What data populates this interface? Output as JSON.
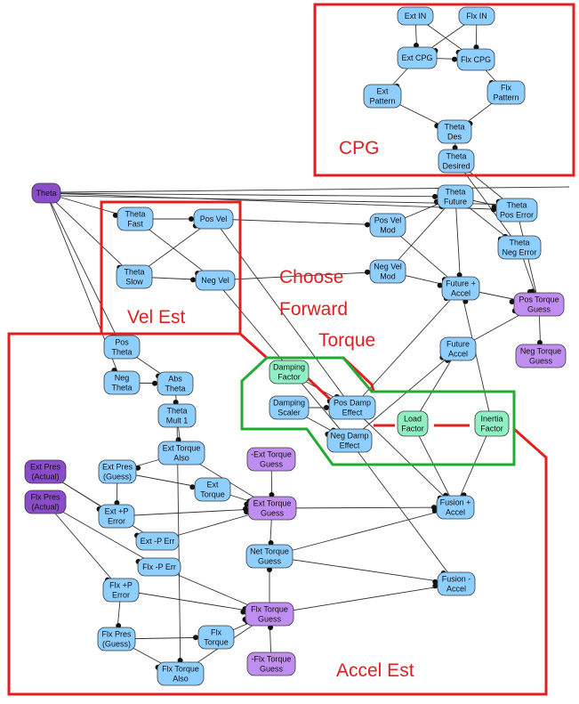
{
  "colors": {
    "blue": "#8fcfff",
    "purple": "#c08ef0",
    "dark_purple": "#8a4cc8",
    "green": "#8ff0c4",
    "region_red": "#e02020",
    "region_green": "#22aa33",
    "label_red": "#e02020"
  },
  "region_labels": {
    "cpg": "CPG",
    "vel_est": "Vel Est",
    "choose_forward": [
      "Choose",
      "Forward",
      "Torque"
    ],
    "accel_est": "Accel Est"
  },
  "nodes": [
    {
      "id": "ext_in",
      "label": [
        "Ext IN"
      ],
      "color": "blue"
    },
    {
      "id": "flx_in",
      "label": [
        "Flx IN"
      ],
      "color": "blue"
    },
    {
      "id": "ext_cpg",
      "label": [
        "Ext CPG"
      ],
      "color": "blue"
    },
    {
      "id": "flx_cpg",
      "label": [
        "Flx CPG"
      ],
      "color": "blue"
    },
    {
      "id": "ext_pattern",
      "label": [
        "Ext",
        "Pattern"
      ],
      "color": "blue"
    },
    {
      "id": "flx_pattern",
      "label": [
        "Flx",
        "Pattern"
      ],
      "color": "blue"
    },
    {
      "id": "theta_des",
      "label": [
        "Theta",
        "Des"
      ],
      "color": "blue"
    },
    {
      "id": "theta_desired",
      "label": [
        "Theta",
        "Desired"
      ],
      "color": "blue"
    },
    {
      "id": "theta",
      "label": [
        "Theta"
      ],
      "color": "dark_purple"
    },
    {
      "id": "theta_fast",
      "label": [
        "Theta",
        "Fast"
      ],
      "color": "blue"
    },
    {
      "id": "theta_slow",
      "label": [
        "Theta",
        "Slow"
      ],
      "color": "blue"
    },
    {
      "id": "pos_vel",
      "label": [
        "Pos Vel"
      ],
      "color": "blue"
    },
    {
      "id": "neg_vel",
      "label": [
        "Neg Vel"
      ],
      "color": "blue"
    },
    {
      "id": "pos_vel_mod",
      "label": [
        "Pos Vel",
        "Mod"
      ],
      "color": "blue"
    },
    {
      "id": "neg_vel_mod",
      "label": [
        "Neg Vel",
        "Mod"
      ],
      "color": "blue"
    },
    {
      "id": "theta_future",
      "label": [
        "Theta",
        "Future"
      ],
      "color": "blue"
    },
    {
      "id": "theta_pos_error",
      "label": [
        "Theta",
        "Pos Error"
      ],
      "color": "blue"
    },
    {
      "id": "theta_neg_error",
      "label": [
        "Theta",
        "Neg Error"
      ],
      "color": "blue"
    },
    {
      "id": "future_plus_accel",
      "label": [
        "Future +",
        "Accel"
      ],
      "color": "blue"
    },
    {
      "id": "future_accel",
      "label": [
        "Future",
        "Accel"
      ],
      "color": "blue"
    },
    {
      "id": "pos_torque_guess",
      "label": [
        "Pos Torque",
        "Guess"
      ],
      "color": "purple"
    },
    {
      "id": "neg_torque_guess",
      "label": [
        "Neg Torque",
        "Guess"
      ],
      "color": "purple"
    },
    {
      "id": "pos_theta",
      "label": [
        "Pos",
        "Theta"
      ],
      "color": "blue"
    },
    {
      "id": "neg_theta",
      "label": [
        "Neg",
        "Theta"
      ],
      "color": "blue"
    },
    {
      "id": "abs_theta",
      "label": [
        "Abs",
        "Theta"
      ],
      "color": "blue"
    },
    {
      "id": "theta_mult_1",
      "label": [
        "Theta",
        "Mult 1"
      ],
      "color": "blue"
    },
    {
      "id": "damping_factor",
      "label": [
        "Damping",
        "Factor"
      ],
      "color": "green"
    },
    {
      "id": "damping_scaler",
      "label": [
        "Damping",
        "Scaler"
      ],
      "color": "blue"
    },
    {
      "id": "pos_damp_effect",
      "label": [
        "Pos Damp",
        "Effect"
      ],
      "color": "blue"
    },
    {
      "id": "neg_damp_effect",
      "label": [
        "Neg Damp",
        "Effect"
      ],
      "color": "blue"
    },
    {
      "id": "load_factor",
      "label": [
        "Load",
        "Factor"
      ],
      "color": "green"
    },
    {
      "id": "inertia_factor",
      "label": [
        "Inertia",
        "Factor"
      ],
      "color": "green"
    },
    {
      "id": "ext_torque_also",
      "label": [
        "Ext Torque",
        "Also"
      ],
      "color": "blue"
    },
    {
      "id": "ext_pres_actual",
      "label": [
        "Ext Pres",
        "(Actual)"
      ],
      "color": "dark_purple"
    },
    {
      "id": "flx_pres_actual",
      "label": [
        "Flx Pres",
        "(Actual)"
      ],
      "color": "dark_purple"
    },
    {
      "id": "ext_pres_guess",
      "label": [
        "Ext Pres",
        "(Guess)"
      ],
      "color": "blue"
    },
    {
      "id": "ext_torque",
      "label": [
        "Ext",
        "Torque"
      ],
      "color": "blue"
    },
    {
      "id": "neg_ext_torque_guess",
      "label": [
        "-Ext Torque",
        "Guess"
      ],
      "color": "purple"
    },
    {
      "id": "ext_torque_guess",
      "label": [
        "Ext Torque",
        "Guess"
      ],
      "color": "purple"
    },
    {
      "id": "ext_plus_p_error",
      "label": [
        "Ext +P",
        "Error"
      ],
      "color": "blue"
    },
    {
      "id": "ext_minus_p_err",
      "label": [
        "Ext -P Err"
      ],
      "color": "blue"
    },
    {
      "id": "flx_minus_p_err",
      "label": [
        "Flx -P Err"
      ],
      "color": "blue"
    },
    {
      "id": "net_torque_guess",
      "label": [
        "Net Torque",
        "Guess"
      ],
      "color": "blue"
    },
    {
      "id": "fusion_plus_accel",
      "label": [
        "Fusion +",
        "Accel"
      ],
      "color": "blue"
    },
    {
      "id": "fusion_minus_accel",
      "label": [
        "Fusion -",
        "Accel"
      ],
      "color": "blue"
    },
    {
      "id": "flx_plus_p_error",
      "label": [
        "Flx +P",
        "Error"
      ],
      "color": "blue"
    },
    {
      "id": "flx_torque_guess",
      "label": [
        "Flx Torque",
        "Guess"
      ],
      "color": "purple"
    },
    {
      "id": "flx_pres_guess",
      "label": [
        "Flx Pres",
        "(Guess)"
      ],
      "color": "blue"
    },
    {
      "id": "flx_torque",
      "label": [
        "Flx",
        "Torque"
      ],
      "color": "blue"
    },
    {
      "id": "neg_flx_torque_guess",
      "label": [
        "-Flx Torque",
        "Guess"
      ],
      "color": "purple"
    },
    {
      "id": "flx_torque_also",
      "label": [
        "Flx Torque",
        "Also"
      ],
      "color": "blue"
    }
  ],
  "edges": [
    [
      "ext_in",
      "ext_cpg"
    ],
    [
      "flx_in",
      "flx_cpg"
    ],
    [
      "ext_in",
      "flx_cpg"
    ],
    [
      "flx_in",
      "ext_cpg"
    ],
    [
      "ext_cpg",
      "flx_cpg"
    ],
    [
      "ext_cpg",
      "ext_pattern"
    ],
    [
      "flx_cpg",
      "flx_pattern"
    ],
    [
      "ext_pattern",
      "theta_des"
    ],
    [
      "flx_pattern",
      "theta_des"
    ],
    [
      "theta_des",
      "theta_desired"
    ],
    [
      "theta_desired",
      "theta_pos_error"
    ],
    [
      "theta_desired",
      "theta_neg_error"
    ],
    [
      "theta",
      "theta_fast"
    ],
    [
      "theta",
      "theta_slow"
    ],
    [
      "theta",
      "theta_future"
    ],
    [
      "theta",
      "theta_pos_error"
    ],
    [
      "theta",
      "pos_theta"
    ],
    [
      "theta",
      "neg_theta"
    ],
    [
      "theta_fast",
      "pos_vel"
    ],
    [
      "theta_fast",
      "neg_vel"
    ],
    [
      "theta_slow",
      "pos_vel"
    ],
    [
      "theta_slow",
      "neg_vel"
    ],
    [
      "pos_vel",
      "pos_vel_mod"
    ],
    [
      "neg_vel",
      "neg_vel_mod"
    ],
    [
      "pos_vel",
      "pos_damp_effect"
    ],
    [
      "neg_vel",
      "neg_damp_effect"
    ],
    [
      "pos_vel_mod",
      "theta_future"
    ],
    [
      "neg_vel_mod",
      "theta_future"
    ],
    [
      "pos_vel_mod",
      "future_plus_accel"
    ],
    [
      "neg_vel_mod",
      "future_plus_accel"
    ],
    [
      "theta_future",
      "theta_pos_error"
    ],
    [
      "theta_future",
      "theta_neg_error"
    ],
    [
      "theta_future",
      "future_plus_accel"
    ],
    [
      "theta_pos_error",
      "pos_torque_guess"
    ],
    [
      "theta_neg_error",
      "pos_torque_guess"
    ],
    [
      "future_plus_accel",
      "pos_torque_guess"
    ],
    [
      "future_accel",
      "pos_torque_guess"
    ],
    [
      "pos_torque_guess",
      "neg_torque_guess"
    ],
    [
      "pos_theta",
      "abs_theta"
    ],
    [
      "neg_theta",
      "abs_theta"
    ],
    [
      "abs_theta",
      "theta_mult_1"
    ],
    [
      "theta_mult_1",
      "ext_torque_also"
    ],
    [
      "theta_mult_1",
      "flx_torque_also"
    ],
    [
      "damping_factor",
      "pos_damp_effect"
    ],
    [
      "damping_scaler",
      "pos_damp_effect"
    ],
    [
      "damping_scaler",
      "neg_damp_effect"
    ],
    [
      "pos_damp_effect",
      "future_plus_accel"
    ],
    [
      "neg_damp_effect",
      "future_accel"
    ],
    [
      "pos_damp_effect",
      "fusion_plus_accel"
    ],
    [
      "neg_damp_effect",
      "fusion_minus_accel"
    ],
    [
      "load_factor",
      "fusion_plus_accel"
    ],
    [
      "inertia_factor",
      "fusion_plus_accel"
    ],
    [
      "inertia_factor",
      "future_plus_accel"
    ],
    [
      "load_factor",
      "future_accel"
    ],
    [
      "ext_pres_actual",
      "ext_plus_p_error"
    ],
    [
      "flx_pres_actual",
      "flx_minus_p_err"
    ],
    [
      "ext_pres_actual",
      "ext_minus_p_err"
    ],
    [
      "flx_pres_actual",
      "flx_plus_p_error"
    ],
    [
      "ext_pres_guess",
      "ext_plus_p_error"
    ],
    [
      "ext_pres_guess",
      "ext_torque"
    ],
    [
      "ext_torque_also",
      "ext_pres_guess"
    ],
    [
      "ext_torque",
      "ext_torque_guess"
    ],
    [
      "ext_torque_also",
      "ext_torque_guess"
    ],
    [
      "neg_ext_torque_guess",
      "ext_torque_guess"
    ],
    [
      "ext_plus_p_error",
      "ext_torque_guess"
    ],
    [
      "ext_minus_p_err",
      "ext_torque_guess"
    ],
    [
      "ext_torque_guess",
      "net_torque_guess"
    ],
    [
      "ext_torque_guess",
      "fusion_plus_accel"
    ],
    [
      "flx_minus_p_err",
      "flx_torque_guess"
    ],
    [
      "flx_plus_p_error",
      "flx_torque_guess"
    ],
    [
      "flx_plus_p_error",
      "flx_pres_guess"
    ],
    [
      "flx_pres_guess",
      "flx_torque"
    ],
    [
      "flx_torque",
      "flx_torque_guess"
    ],
    [
      "flx_torque_also",
      "flx_torque_guess"
    ],
    [
      "flx_pres_guess",
      "flx_torque_also"
    ],
    [
      "neg_flx_torque_guess",
      "flx_torque_guess"
    ],
    [
      "flx_torque_guess",
      "net_torque_guess"
    ],
    [
      "net_torque_guess",
      "fusion_minus_accel"
    ],
    [
      "net_torque_guess",
      "fusion_plus_accel"
    ],
    [
      "flx_torque_guess",
      "fusion_minus_accel"
    ]
  ]
}
